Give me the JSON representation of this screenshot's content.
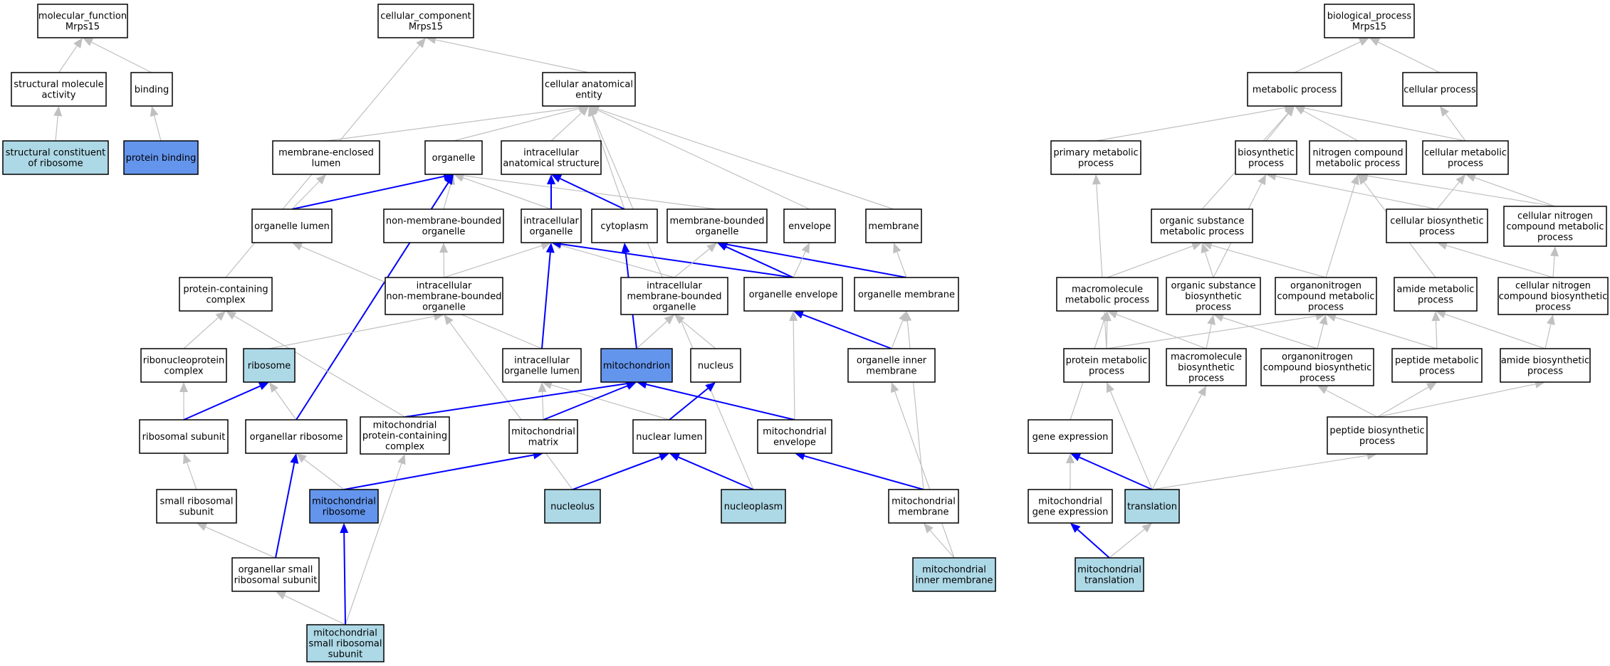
{
  "colors": {
    "node_fill": "#ffffff",
    "annotated_fill": "#add8e6",
    "highlight_fill": "#6495ed",
    "edge_gray": "#c0c0c0",
    "edge_blue": "#0000ff",
    "stroke": "#000000"
  },
  "nodes": [
    {
      "id": "mf",
      "label": "molecular_function\nMrps15",
      "fill": "white"
    },
    {
      "id": "sma",
      "label": "structural molecule\nactivity",
      "fill": "white"
    },
    {
      "id": "binding",
      "label": "binding",
      "fill": "white"
    },
    {
      "id": "scr",
      "label": "structural constituent\nof ribosome",
      "fill": "annotated"
    },
    {
      "id": "pb",
      "label": "protein binding",
      "fill": "highlight"
    },
    {
      "id": "cc",
      "label": "cellular_component\nMrps15",
      "fill": "white"
    },
    {
      "id": "cae",
      "label": "cellular anatomical\nentity",
      "fill": "white"
    },
    {
      "id": "mel",
      "label": "membrane-enclosed\nlumen",
      "fill": "white"
    },
    {
      "id": "organelle",
      "label": "organelle",
      "fill": "white"
    },
    {
      "id": "ias",
      "label": "intracellular\nanatomical structure",
      "fill": "white"
    },
    {
      "id": "orglumen",
      "label": "organelle lumen",
      "fill": "white"
    },
    {
      "id": "nmbo",
      "label": "non-membrane-bounded\norganelle",
      "fill": "white"
    },
    {
      "id": "io",
      "label": "intracellular\norganelle",
      "fill": "white"
    },
    {
      "id": "cyto",
      "label": "cytoplasm",
      "fill": "white"
    },
    {
      "id": "mbo",
      "label": "membrane-bounded\norganelle",
      "fill": "white"
    },
    {
      "id": "envelope",
      "label": "envelope",
      "fill": "white"
    },
    {
      "id": "membrane",
      "label": "membrane",
      "fill": "white"
    },
    {
      "id": "pcc",
      "label": "protein-containing\ncomplex",
      "fill": "white"
    },
    {
      "id": "inmbo",
      "label": "intracellular\nnon-membrane-bounded\norganelle",
      "fill": "white"
    },
    {
      "id": "imbo",
      "label": "intracellular\nmembrane-bounded\norganelle",
      "fill": "white"
    },
    {
      "id": "orgenv",
      "label": "organelle envelope",
      "fill": "white"
    },
    {
      "id": "orgmem",
      "label": "organelle membrane",
      "fill": "white"
    },
    {
      "id": "rnpc",
      "label": "ribonucleoprotein\ncomplex",
      "fill": "white"
    },
    {
      "id": "ribosome",
      "label": "ribosome",
      "fill": "annotated"
    },
    {
      "id": "iol",
      "label": "intracellular\norganelle lumen",
      "fill": "white"
    },
    {
      "id": "mito",
      "label": "mitochondrion",
      "fill": "highlight"
    },
    {
      "id": "nucleus",
      "label": "nucleus",
      "fill": "white"
    },
    {
      "id": "oim",
      "label": "organelle inner\nmembrane",
      "fill": "white"
    },
    {
      "id": "rsub",
      "label": "ribosomal subunit",
      "fill": "white"
    },
    {
      "id": "orib",
      "label": "organellar ribosome",
      "fill": "white"
    },
    {
      "id": "mpcc",
      "label": "mitochondrial\nprotein-containing\ncomplex",
      "fill": "white"
    },
    {
      "id": "mmatrix",
      "label": "mitochondrial\nmatrix",
      "fill": "white"
    },
    {
      "id": "nlumen",
      "label": "nuclear lumen",
      "fill": "white"
    },
    {
      "id": "menv",
      "label": "mitochondrial\nenvelope",
      "fill": "white"
    },
    {
      "id": "srs",
      "label": "small ribosomal\nsubunit",
      "fill": "white"
    },
    {
      "id": "mrib",
      "label": "mitochondrial\nribosome",
      "fill": "highlight"
    },
    {
      "id": "nucleolus",
      "label": "nucleolus",
      "fill": "annotated"
    },
    {
      "id": "nucleoplasm",
      "label": "nucleoplasm",
      "fill": "annotated"
    },
    {
      "id": "mmem",
      "label": "mitochondrial\nmembrane",
      "fill": "white"
    },
    {
      "id": "osrs",
      "label": "organellar small\nribosomal subunit",
      "fill": "white"
    },
    {
      "id": "mim",
      "label": "mitochondrial\ninner membrane",
      "fill": "annotated"
    },
    {
      "id": "msrs",
      "label": "mitochondrial\nsmall ribosomal\nsubunit",
      "fill": "annotated"
    },
    {
      "id": "bp",
      "label": "biological_process\nMrps15",
      "fill": "white"
    },
    {
      "id": "metab",
      "label": "metabolic process",
      "fill": "white"
    },
    {
      "id": "cellp",
      "label": "cellular process",
      "fill": "white"
    },
    {
      "id": "pmp",
      "label": "primary metabolic\nprocess",
      "fill": "white"
    },
    {
      "id": "bios",
      "label": "biosynthetic\nprocess",
      "fill": "white"
    },
    {
      "id": "ncmp",
      "label": "nitrogen compound\nmetabolic process",
      "fill": "white"
    },
    {
      "id": "cmp",
      "label": "cellular metabolic\nprocess",
      "fill": "white"
    },
    {
      "id": "osmp",
      "label": "organic substance\nmetabolic process",
      "fill": "white"
    },
    {
      "id": "cbp",
      "label": "cellular biosynthetic\nprocess",
      "fill": "white"
    },
    {
      "id": "cncmp",
      "label": "cellular nitrogen\ncompound metabolic\nprocess",
      "fill": "white"
    },
    {
      "id": "mmp",
      "label": "macromolecule\nmetabolic process",
      "fill": "white"
    },
    {
      "id": "osbp",
      "label": "organic substance\nbiosynthetic\nprocess",
      "fill": "white"
    },
    {
      "id": "oncmp",
      "label": "organonitrogen\ncompound metabolic\nprocess",
      "fill": "white"
    },
    {
      "id": "amp",
      "label": "amide metabolic\nprocess",
      "fill": "white"
    },
    {
      "id": "cncbp",
      "label": "cellular nitrogen\ncompound biosynthetic\nprocess",
      "fill": "white"
    },
    {
      "id": "protmp",
      "label": "protein metabolic\nprocess",
      "fill": "white"
    },
    {
      "id": "mbp",
      "label": "macromolecule\nbiosynthetic\nprocess",
      "fill": "white"
    },
    {
      "id": "oncbp",
      "label": "organonitrogen\ncompound biosynthetic\nprocess",
      "fill": "white"
    },
    {
      "id": "pepmp",
      "label": "peptide metabolic\nprocess",
      "fill": "white"
    },
    {
      "id": "abp",
      "label": "amide biosynthetic\nprocess",
      "fill": "white"
    },
    {
      "id": "ge",
      "label": "gene expression",
      "fill": "white"
    },
    {
      "id": "pepbp",
      "label": "peptide biosynthetic\nprocess",
      "fill": "white"
    },
    {
      "id": "mge",
      "label": "mitochondrial\ngene expression",
      "fill": "white"
    },
    {
      "id": "transl",
      "label": "translation",
      "fill": "annotated"
    },
    {
      "id": "mtransl",
      "label": "mitochondrial\ntranslation",
      "fill": "annotated"
    }
  ],
  "edges": [
    {
      "from": "sma",
      "to": "mf",
      "color": "gray"
    },
    {
      "from": "binding",
      "to": "mf",
      "color": "gray"
    },
    {
      "from": "scr",
      "to": "sma",
      "color": "gray"
    },
    {
      "from": "pb",
      "to": "binding",
      "color": "gray"
    },
    {
      "from": "cae",
      "to": "cc",
      "color": "gray"
    },
    {
      "from": "pcc",
      "to": "cc",
      "color": "gray"
    },
    {
      "from": "mel",
      "to": "cae",
      "color": "gray"
    },
    {
      "from": "organelle",
      "to": "cae",
      "color": "gray"
    },
    {
      "from": "ias",
      "to": "cae",
      "color": "gray"
    },
    {
      "from": "cyto",
      "to": "cae",
      "color": "gray"
    },
    {
      "from": "envelope",
      "to": "cae",
      "color": "gray"
    },
    {
      "from": "membrane",
      "to": "cae",
      "color": "gray"
    },
    {
      "from": "nucleoplasm",
      "to": "cae",
      "color": "gray"
    },
    {
      "from": "orglumen",
      "to": "mel",
      "color": "gray"
    },
    {
      "from": "orglumen",
      "to": "organelle",
      "color": "blue"
    },
    {
      "from": "nmbo",
      "to": "organelle",
      "color": "gray"
    },
    {
      "from": "io",
      "to": "organelle",
      "color": "gray"
    },
    {
      "from": "mbo",
      "to": "organelle",
      "color": "gray"
    },
    {
      "from": "orib",
      "to": "organelle",
      "color": "blue"
    },
    {
      "from": "io",
      "to": "ias",
      "color": "blue"
    },
    {
      "from": "cyto",
      "to": "ias",
      "color": "blue"
    },
    {
      "from": "inmbo",
      "to": "nmbo",
      "color": "gray"
    },
    {
      "from": "inmbo",
      "to": "io",
      "color": "gray"
    },
    {
      "from": "imbo",
      "to": "io",
      "color": "gray"
    },
    {
      "from": "iol",
      "to": "io",
      "color": "blue"
    },
    {
      "from": "orgenv",
      "to": "io",
      "color": "blue"
    },
    {
      "from": "mito",
      "to": "cyto",
      "color": "blue"
    },
    {
      "from": "imbo",
      "to": "mbo",
      "color": "gray"
    },
    {
      "from": "orgenv",
      "to": "mbo",
      "color": "blue"
    },
    {
      "from": "orgmem",
      "to": "mbo",
      "color": "blue"
    },
    {
      "from": "orgenv",
      "to": "envelope",
      "color": "gray"
    },
    {
      "from": "orgmem",
      "to": "membrane",
      "color": "gray"
    },
    {
      "from": "iol",
      "to": "orglumen",
      "color": "gray"
    },
    {
      "from": "rnpc",
      "to": "pcc",
      "color": "gray"
    },
    {
      "from": "mpcc",
      "to": "pcc",
      "color": "gray"
    },
    {
      "from": "ribosome",
      "to": "inmbo",
      "color": "gray"
    },
    {
      "from": "nucleolus",
      "to": "inmbo",
      "color": "gray"
    },
    {
      "from": "mito",
      "to": "imbo",
      "color": "gray"
    },
    {
      "from": "nucleus",
      "to": "imbo",
      "color": "gray"
    },
    {
      "from": "menv",
      "to": "orgenv",
      "color": "gray"
    },
    {
      "from": "oim",
      "to": "orgenv",
      "color": "blue"
    },
    {
      "from": "oim",
      "to": "orgmem",
      "color": "gray"
    },
    {
      "from": "mmem",
      "to": "orgmem",
      "color": "gray"
    },
    {
      "from": "rsub",
      "to": "rnpc",
      "color": "gray"
    },
    {
      "from": "rsub",
      "to": "ribosome",
      "color": "blue"
    },
    {
      "from": "orib",
      "to": "ribosome",
      "color": "gray"
    },
    {
      "from": "mmatrix",
      "to": "iol",
      "color": "gray"
    },
    {
      "from": "nlumen",
      "to": "iol",
      "color": "gray"
    },
    {
      "from": "mpcc",
      "to": "mito",
      "color": "blue"
    },
    {
      "from": "mmatrix",
      "to": "mito",
      "color": "blue"
    },
    {
      "from": "menv",
      "to": "mito",
      "color": "blue"
    },
    {
      "from": "nlumen",
      "to": "nucleus",
      "color": "blue"
    },
    {
      "from": "mim",
      "to": "oim",
      "color": "gray"
    },
    {
      "from": "srs",
      "to": "rsub",
      "color": "gray"
    },
    {
      "from": "osrs",
      "to": "orib",
      "color": "blue"
    },
    {
      "from": "mrib",
      "to": "orib",
      "color": "gray"
    },
    {
      "from": "msrs",
      "to": "mpcc",
      "color": "gray"
    },
    {
      "from": "mrib",
      "to": "mmatrix",
      "color": "blue"
    },
    {
      "from": "nucleolus",
      "to": "nlumen",
      "color": "blue"
    },
    {
      "from": "nucleoplasm",
      "to": "nlumen",
      "color": "blue"
    },
    {
      "from": "mmem",
      "to": "menv",
      "color": "blue"
    },
    {
      "from": "osrs",
      "to": "srs",
      "color": "gray"
    },
    {
      "from": "msrs",
      "to": "mrib",
      "color": "blue"
    },
    {
      "from": "mim",
      "to": "mmem",
      "color": "gray"
    },
    {
      "from": "msrs",
      "to": "osrs",
      "color": "gray"
    },
    {
      "from": "metab",
      "to": "bp",
      "color": "gray"
    },
    {
      "from": "cellp",
      "to": "bp",
      "color": "gray"
    },
    {
      "from": "pmp",
      "to": "metab",
      "color": "gray"
    },
    {
      "from": "bios",
      "to": "metab",
      "color": "gray"
    },
    {
      "from": "ncmp",
      "to": "metab",
      "color": "gray"
    },
    {
      "from": "cmp",
      "to": "metab",
      "color": "gray"
    },
    {
      "from": "osmp",
      "to": "metab",
      "color": "gray"
    },
    {
      "from": "cmp",
      "to": "cellp",
      "color": "gray"
    },
    {
      "from": "protmp",
      "to": "pmp",
      "color": "gray"
    },
    {
      "from": "osbp",
      "to": "bios",
      "color": "gray"
    },
    {
      "from": "cbp",
      "to": "bios",
      "color": "gray"
    },
    {
      "from": "oncmp",
      "to": "ncmp",
      "color": "gray"
    },
    {
      "from": "cncmp",
      "to": "ncmp",
      "color": "gray"
    },
    {
      "from": "amp",
      "to": "ncmp",
      "color": "gray"
    },
    {
      "from": "cbp",
      "to": "cmp",
      "color": "gray"
    },
    {
      "from": "cncmp",
      "to": "cmp",
      "color": "gray"
    },
    {
      "from": "mmp",
      "to": "osmp",
      "color": "gray"
    },
    {
      "from": "osbp",
      "to": "osmp",
      "color": "gray"
    },
    {
      "from": "oncmp",
      "to": "osmp",
      "color": "gray"
    },
    {
      "from": "cncbp",
      "to": "cbp",
      "color": "gray"
    },
    {
      "from": "cncbp",
      "to": "cncmp",
      "color": "gray"
    },
    {
      "from": "protmp",
      "to": "mmp",
      "color": "gray"
    },
    {
      "from": "mbp",
      "to": "mmp",
      "color": "gray"
    },
    {
      "from": "ge",
      "to": "mmp",
      "color": "gray"
    },
    {
      "from": "mbp",
      "to": "osbp",
      "color": "gray"
    },
    {
      "from": "oncbp",
      "to": "osbp",
      "color": "gray"
    },
    {
      "from": "protmp",
      "to": "oncmp",
      "color": "gray"
    },
    {
      "from": "oncbp",
      "to": "oncmp",
      "color": "gray"
    },
    {
      "from": "pepmp",
      "to": "oncmp",
      "color": "gray"
    },
    {
      "from": "pepmp",
      "to": "amp",
      "color": "gray"
    },
    {
      "from": "abp",
      "to": "amp",
      "color": "gray"
    },
    {
      "from": "abp",
      "to": "cncbp",
      "color": "gray"
    },
    {
      "from": "transl",
      "to": "protmp",
      "color": "gray"
    },
    {
      "from": "transl",
      "to": "mbp",
      "color": "gray"
    },
    {
      "from": "pepbp",
      "to": "oncbp",
      "color": "gray"
    },
    {
      "from": "pepbp",
      "to": "pepmp",
      "color": "gray"
    },
    {
      "from": "pepbp",
      "to": "abp",
      "color": "gray"
    },
    {
      "from": "mge",
      "to": "ge",
      "color": "gray"
    },
    {
      "from": "transl",
      "to": "ge",
      "color": "blue"
    },
    {
      "from": "transl",
      "to": "pepbp",
      "color": "gray"
    },
    {
      "from": "mtransl",
      "to": "mge",
      "color": "blue"
    },
    {
      "from": "mtransl",
      "to": "transl",
      "color": "gray"
    }
  ]
}
